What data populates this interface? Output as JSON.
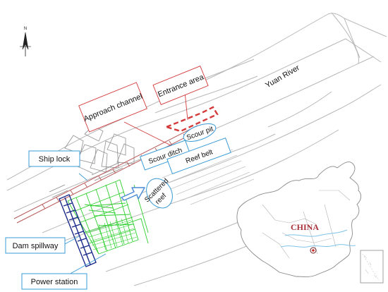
{
  "compass": {
    "letter": "N"
  },
  "labels": {
    "approach_channel": "Approach channel",
    "entrance_area": "Entrance area",
    "yuan_river": "Yuan River",
    "scour_pit": "Scour pit",
    "scour_ditch": "Scour ditch",
    "reef_belt": "Reef belt",
    "scattered_reef_line1": "Scattered",
    "scattered_reef_line2": "reef",
    "ship_lock": "Ship lock",
    "dam_spillway": "Dam spillway",
    "power_station": "Power station",
    "inset_country": "CHINA"
  },
  "colors": {
    "river_outline": "#b8b8b8",
    "red_callout": "#d43a3a",
    "blue_callout": "#3a9bd4",
    "green_structure": "#2fd02f",
    "navy_structure": "#1a2a8a",
    "flow_arrow": "#4a8ad4",
    "inset_border": "#8a8a8a",
    "inset_river": "#7fc4e8"
  }
}
